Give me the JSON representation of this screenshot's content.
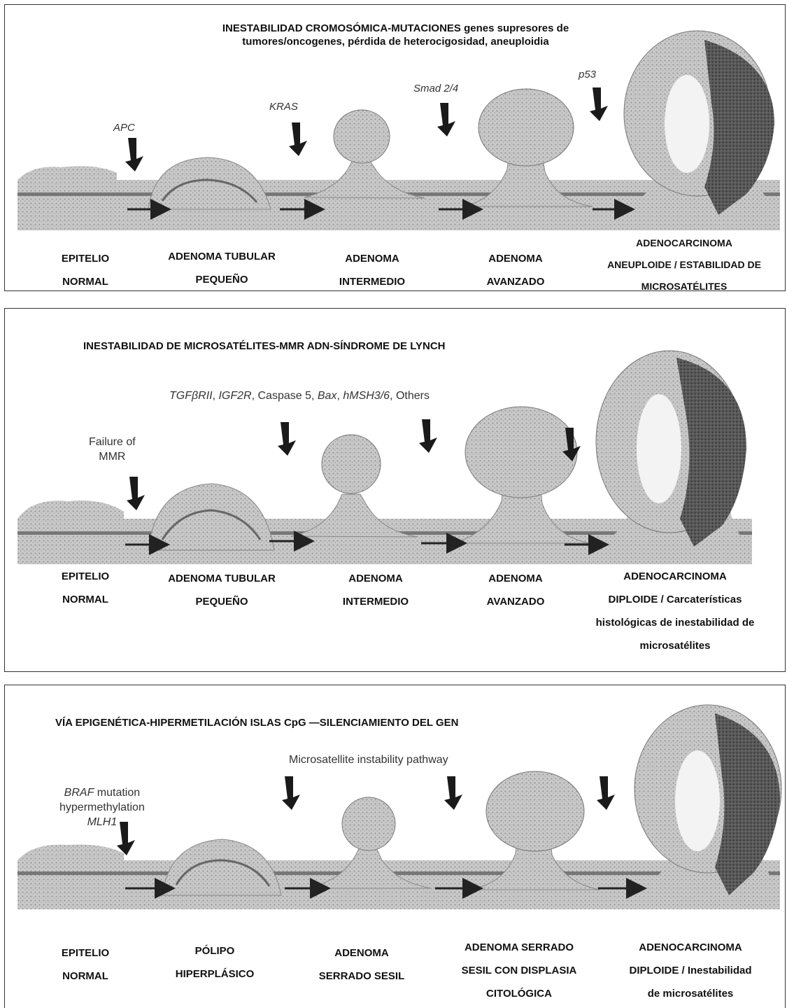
{
  "panels": [
    {
      "title_line1": "INESTABILIDAD CROMOSÓMICA-MUTACIONES genes supresores de",
      "title_line2": "tumores/oncogenes, pérdida de heterocigosidad, aneuploidia",
      "genes": [
        "APC",
        "KRAS",
        "Smad 2/4",
        "p53"
      ],
      "stages": [
        [
          "EPITELIO",
          "NORMAL"
        ],
        [
          "ADENOMA TUBULAR",
          "PEQUEÑO"
        ],
        [
          "ADENOMA",
          "INTERMEDIO"
        ],
        [
          "ADENOMA",
          "AVANZADO"
        ],
        [
          "ADENOCARCINOMA",
          "ANEUPLOIDE / ESTABILIDAD DE",
          "MICROSATÉLITES"
        ]
      ]
    },
    {
      "title": "INESTABILIDAD DE MICROSATÉLITES-MMR ADN-SÍNDROME DE LYNCH",
      "gene_line_parts": [
        "TGFβRII",
        ", ",
        "IGF2R",
        ", Caspase 5, ",
        "Bax",
        ", ",
        "hMSH3/6",
        ", Others"
      ],
      "failure_label": [
        "Failure of",
        "MMR"
      ],
      "stages": [
        [
          "EPITELIO",
          "NORMAL"
        ],
        [
          "ADENOMA TUBULAR",
          "PEQUEÑO"
        ],
        [
          "ADENOMA",
          "INTERMEDIO"
        ],
        [
          "ADENOMA",
          "AVANZADO"
        ],
        [
          "ADENOCARCINOMA",
          "DIPLOIDE / Carcaterísticas",
          "histológicas de inestabilidad de",
          "microsatélites"
        ]
      ]
    },
    {
      "title": "VÍA EPIGENÉTICA-HIPERMETILACIÓN ISLAS CpG —SILENCIAMIENTO DEL GEN",
      "gene_line": "Microsatellite instability pathway",
      "braf_label": [
        "BRAF",
        " mutation",
        "hypermethylation",
        "MLH1"
      ],
      "stages": [
        [
          "EPITELIO",
          "NORMAL"
        ],
        [
          "PÓLIPO",
          "HIPERPLÁSICO"
        ],
        [
          "ADENOMA",
          "SERRADO SESIL"
        ],
        [
          "ADENOMA SERRADO",
          "SESIL CON DISPLASIA",
          "CITOLÓGICA"
        ],
        [
          "ADENOCARCINOMA",
          "DIPLOIDE / Inestabilidad",
          "de microsatélites"
        ]
      ]
    }
  ]
}
